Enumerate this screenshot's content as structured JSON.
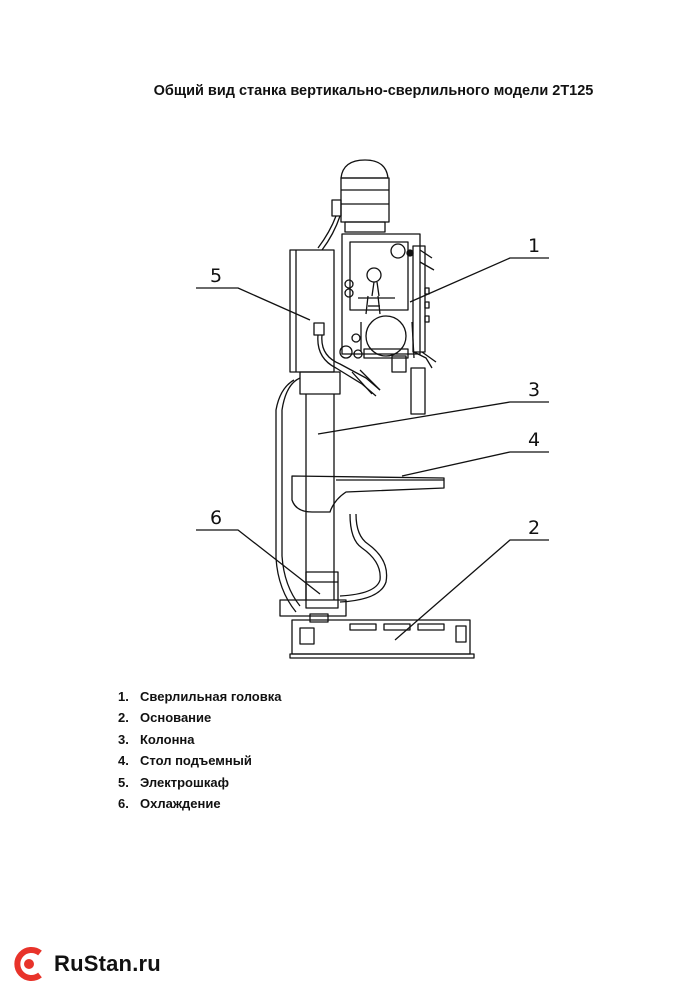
{
  "document": {
    "title": "Общий вид станка вертикально-сверлильного модели 2Т125"
  },
  "callouts": [
    "1",
    "2",
    "3",
    "4",
    "5",
    "6"
  ],
  "legend": [
    {
      "num": "1.",
      "label": "Сверлильная головка"
    },
    {
      "num": "2.",
      "label": "Основание"
    },
    {
      "num": "3.",
      "label": "Колонна"
    },
    {
      "num": "4.",
      "label": "Стол подъемный"
    },
    {
      "num": "5.",
      "label": "Электрошкаф"
    },
    {
      "num": "6.",
      "label": "Охлаждение"
    }
  ],
  "brand": {
    "name": "RuStan.ru",
    "accent": "#e8332a"
  }
}
